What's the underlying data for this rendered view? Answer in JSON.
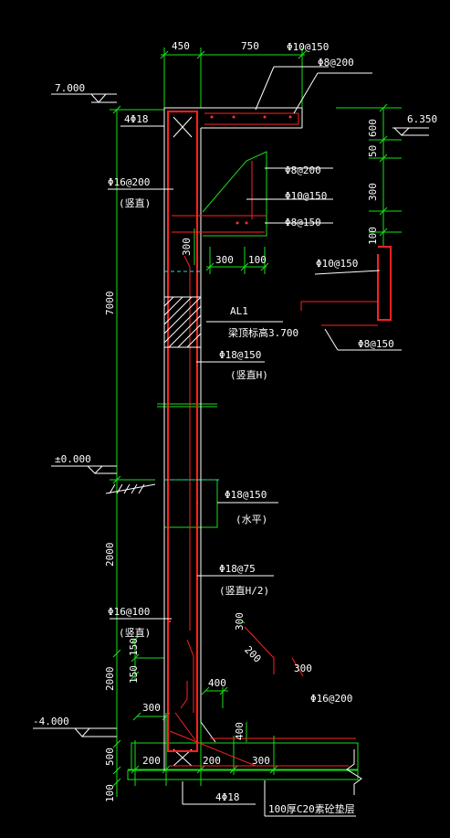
{
  "colors": {
    "background": "#000000",
    "dimension_lines": "#18e018",
    "concrete_outline": "#ffffff",
    "rebar": "#ff2020",
    "axis": "#22d8d8"
  },
  "elevations": {
    "top": "7.000",
    "right": "6.350",
    "ground": "±0.000",
    "bottom": "-4.000"
  },
  "dimensions": {
    "top_left": "450",
    "top_right": "750",
    "left_total": "7000",
    "left_mid": "2000",
    "left_low": "2000",
    "left_base": "500",
    "left_pad": "100",
    "right_600": "600",
    "right_50": "50",
    "right_300": "300",
    "right_100": "100",
    "bracket_300": "300",
    "bracket_100": "100",
    "corbel_300": "300",
    "lap_150a": "150",
    "lap_150b": "150",
    "wall_400": "400",
    "footing_400": "400",
    "footing_300_left": "300",
    "footing_200_left": "200",
    "footing_200_right": "200",
    "footing_300_right": "300",
    "detail_300_top": "300",
    "detail_300_bottom": "300"
  },
  "rebar_labels": {
    "top_horizontal": "Φ10@150",
    "top_stirrup": "Φ8@200",
    "corner_top": "4Φ18",
    "left_outer_upper": "Φ16@200",
    "left_outer_upper_note": "(竖直)",
    "bracket_1": "Φ8@200",
    "bracket_2": "Φ10@150",
    "bracket_3": "Φ8@150",
    "beam_name": "AL1",
    "beam_note": "梁顶标高3.700",
    "inner_vertical": "Φ18@150",
    "inner_vertical_note": "(竖直H)",
    "horizontal": "Φ18@150",
    "horizontal_note": "(水平)",
    "inner_vertical_low": "Φ18@75",
    "inner_vertical_low_note": "(竖直H/2)",
    "left_outer_lower": "Φ16@100",
    "left_outer_lower_note": "(竖直)",
    "detail_top": "Φ10@150",
    "detail_bottom": "Φ8@150",
    "detail_bar": "Φ16@200",
    "corner_bottom": "4Φ18",
    "cushion": "100厚C20素砼垫层"
  }
}
